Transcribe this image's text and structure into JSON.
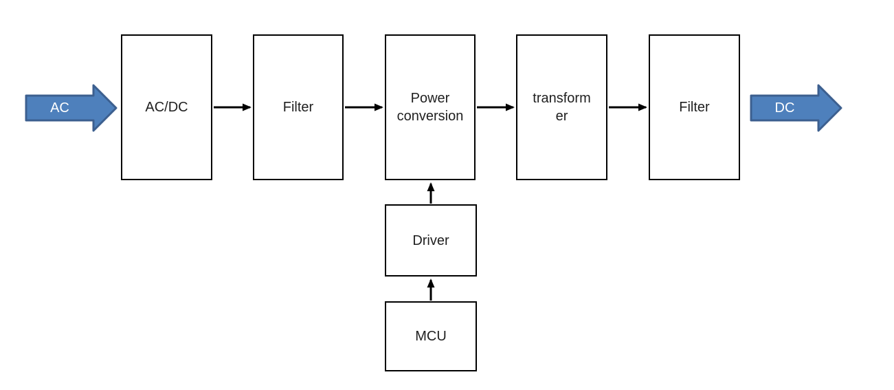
{
  "diagram": {
    "input_arrow": {
      "label": "AC"
    },
    "output_arrow": {
      "label": "DC"
    },
    "blocks": [
      {
        "id": "acdc",
        "label": "AC/DC"
      },
      {
        "id": "filter-input",
        "label": "Filter"
      },
      {
        "id": "power-conversion",
        "label": "Power conversion"
      },
      {
        "id": "transformer",
        "label": "transformer"
      },
      {
        "id": "filter-output",
        "label": "Filter"
      },
      {
        "id": "driver",
        "label": "Driver"
      },
      {
        "id": "mcu",
        "label": "MCU"
      }
    ],
    "connections": [
      {
        "from": "acdc",
        "to": "filter-input",
        "direction": "right"
      },
      {
        "from": "filter-input",
        "to": "power-conversion",
        "direction": "right"
      },
      {
        "from": "power-conversion",
        "to": "transformer",
        "direction": "right"
      },
      {
        "from": "transformer",
        "to": "filter-output",
        "direction": "right"
      },
      {
        "from": "driver",
        "to": "power-conversion",
        "direction": "up"
      },
      {
        "from": "mcu",
        "to": "driver",
        "direction": "up"
      }
    ],
    "colors": {
      "flow_arrow_fill": "#4E80BC",
      "flow_arrow_border": "#3C5F8F",
      "flow_arrow_text": "#ffffff",
      "box_border": "#000000",
      "box_fill": "#ffffff",
      "connector": "#000000",
      "background": "#ffffff"
    }
  }
}
